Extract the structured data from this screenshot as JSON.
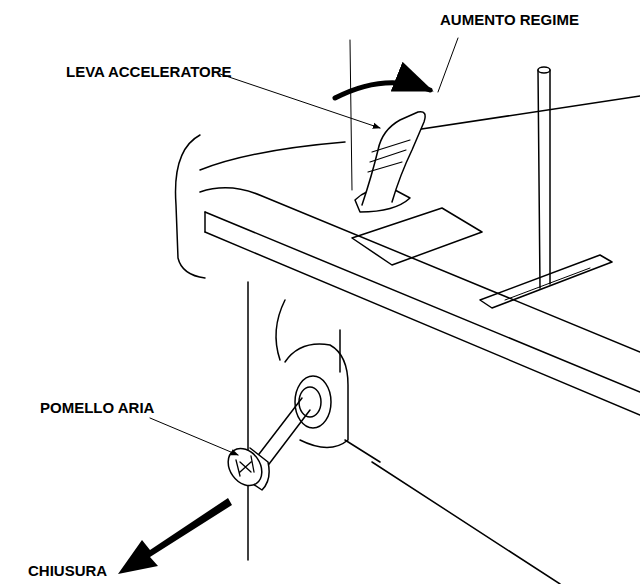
{
  "diagram": {
    "labels": [
      "AUMENTO REGIME",
      "LEVA ACCELERATORE",
      "POMELLO ARIA",
      "CHIUSURA"
    ]
  }
}
